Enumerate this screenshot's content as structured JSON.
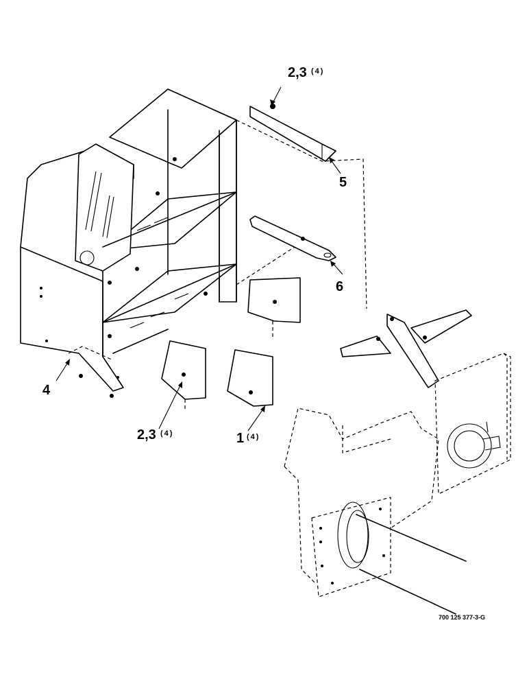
{
  "callouts": {
    "c1": {
      "num": "1",
      "qty": "(4)"
    },
    "c23_top": {
      "num": "2,3",
      "qty": "(4)"
    },
    "c23_bottom": {
      "num": "2,3",
      "qty": "(4)"
    },
    "c4": {
      "num": "4",
      "qty": ""
    },
    "c5": {
      "num": "5",
      "qty": ""
    },
    "c6": {
      "num": "6",
      "qty": ""
    }
  },
  "reference_number": "700 125 377-3-G"
}
